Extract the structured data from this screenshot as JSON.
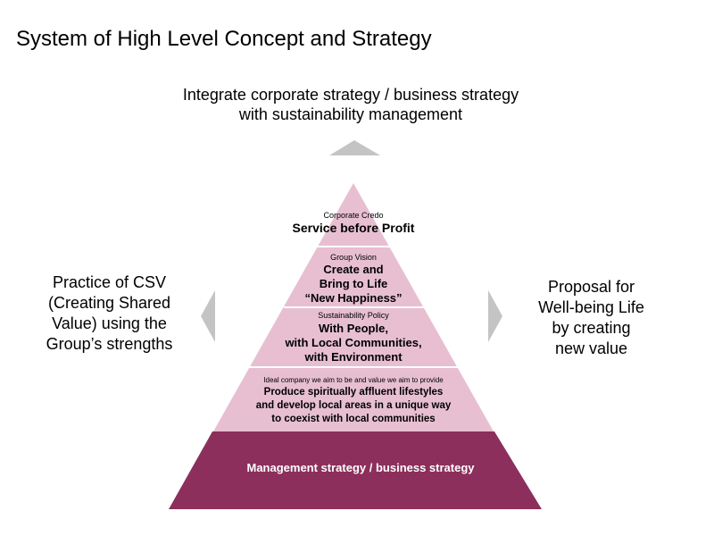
{
  "title": "System of High Level Concept and Strategy",
  "top_text": [
    "Integrate corporate strategy / business strategy",
    "with sustainability management"
  ],
  "left_text": [
    "Practice of CSV",
    "(Creating Shared",
    "Value) using the",
    "Group’s strengths"
  ],
  "right_text": [
    "Proposal for",
    "Well-being Life",
    "by creating",
    "new value"
  ],
  "pyramid": {
    "tier1": {
      "caption": "Corporate Credo",
      "text": [
        "Service before Profit"
      ]
    },
    "tier2": {
      "caption": "Group Vision",
      "text": [
        "Create and",
        "Bring to Life",
        "“New Happiness”"
      ]
    },
    "tier3": {
      "caption": "Sustainability Policy",
      "text": [
        "With People,",
        "with Local Communities,",
        "with Environment"
      ]
    },
    "tier4": {
      "caption": "Ideal company we aim to be and value we aim to provide",
      "text": [
        "Produce spiritually affluent lifestyles",
        "and develop local areas in a unique way",
        "to coexist with local communities"
      ]
    },
    "base": {
      "text": "Management strategy / business strategy"
    }
  },
  "colors": {
    "pyramid_light": "#e7bfd1",
    "pyramid_dark": "#8c2f5c",
    "arrow": "#c4c4c4",
    "divider": "#ffffff"
  },
  "icons": [
    "arrow-up-icon",
    "arrow-left-icon",
    "arrow-right-icon"
  ]
}
